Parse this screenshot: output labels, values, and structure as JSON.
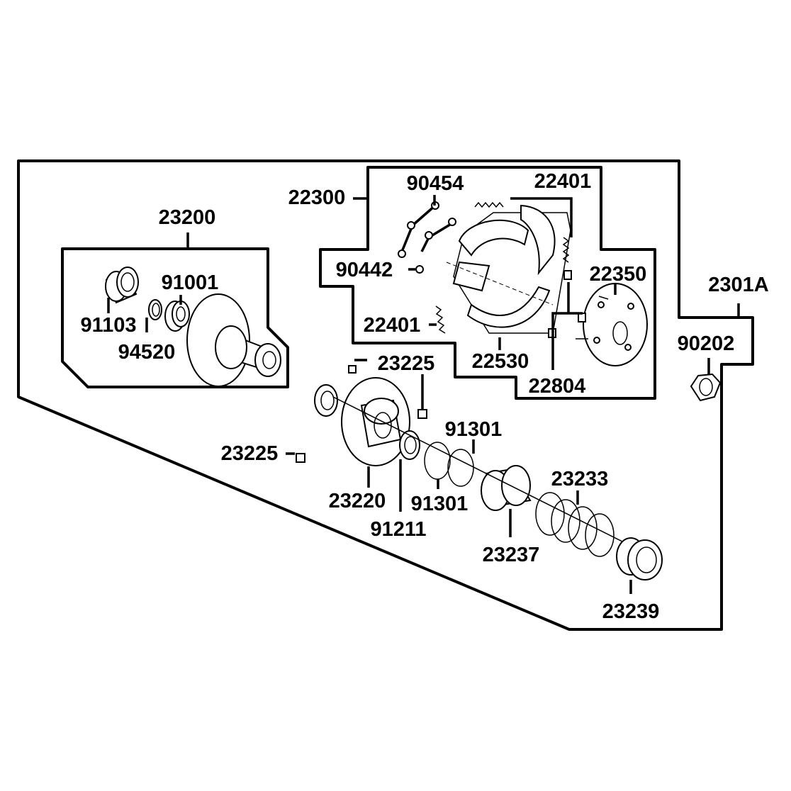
{
  "diagram": {
    "labels": {
      "p23200": "23200",
      "p91001": "91001",
      "p91103": "91103",
      "p94520": "94520",
      "p22300": "22300",
      "p90454": "90454",
      "p22401a": "22401",
      "p90442": "90442",
      "p22350": "22350",
      "p2301A": "2301A",
      "p22401b": "22401",
      "p22530": "22530",
      "p22804": "22804",
      "p90202": "90202",
      "p23225a": "23225",
      "p23225b": "23225",
      "p91301a": "91301",
      "p91301b": "91301",
      "p23220": "23220",
      "p91211": "91211",
      "p23233": "23233",
      "p23237": "23237",
      "p23239": "23239"
    }
  }
}
